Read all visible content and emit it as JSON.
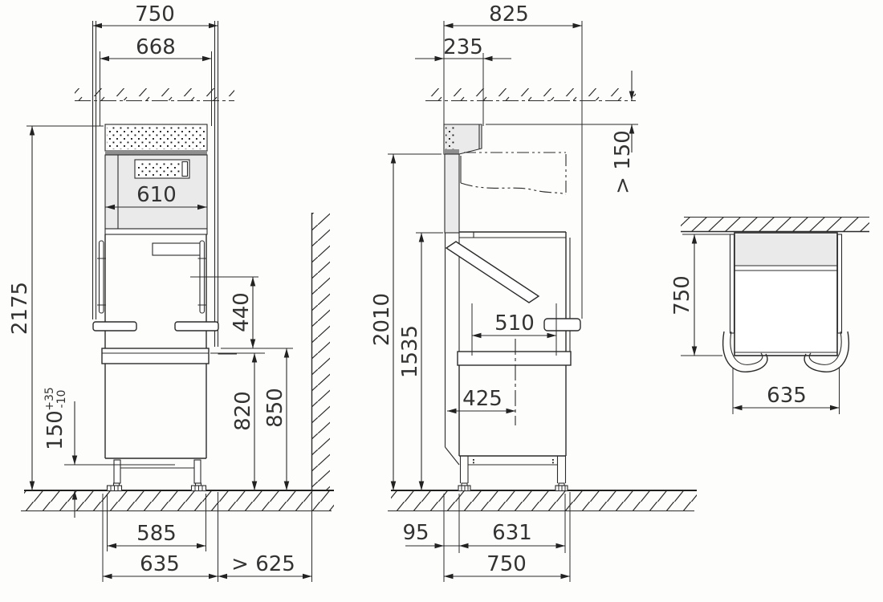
{
  "drawing": {
    "front_view": {
      "overall_width": "750",
      "inner_width": "668",
      "opening_width": "610",
      "total_height": "2175",
      "handle_to_worktop": "440",
      "worktop_height": "850",
      "base_height": "820",
      "plinth_clearance": "150",
      "plinth_tol_plus": "+35",
      "plinth_tol_minus": "-10",
      "feet_span": "585",
      "body_width": "635",
      "side_clearance": "> 625"
    },
    "side_view": {
      "overall_depth": "825",
      "duct_depth": "235",
      "ceiling_clearance": "> 150",
      "machine_height": "2010",
      "closed_height": "1535",
      "chamber_clear_depth": "510",
      "drain_center_offset": "425",
      "front_overhang": "95",
      "base_depth": "631",
      "body_depth": "750"
    },
    "top_view": {
      "depth": "750",
      "width": "635"
    }
  }
}
